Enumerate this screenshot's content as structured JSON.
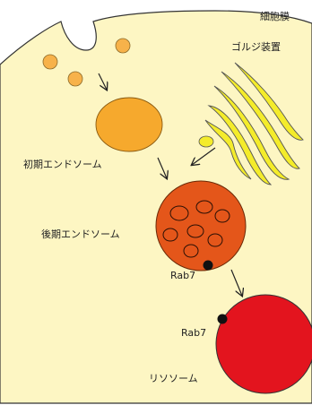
{
  "labels": {
    "cell_membrane": "細胞膜",
    "golgi": "ゴルジ装置",
    "early_endosome": "初期エンドソーム",
    "late_endosome": "後期エンドソーム",
    "rab7_late": "Rab7",
    "rab7_lysosome": "Rab7",
    "lysosome": "リソソーム"
  },
  "colors": {
    "cytoplasm": "#fdf6c3",
    "small_vesicle": "#f7b24a",
    "early_endosome": "#f6a92d",
    "late_endosome": "#e4561a",
    "lysosome": "#e3141e",
    "golgi": "#f4ec2a",
    "rab7_dot": "#111111"
  }
}
